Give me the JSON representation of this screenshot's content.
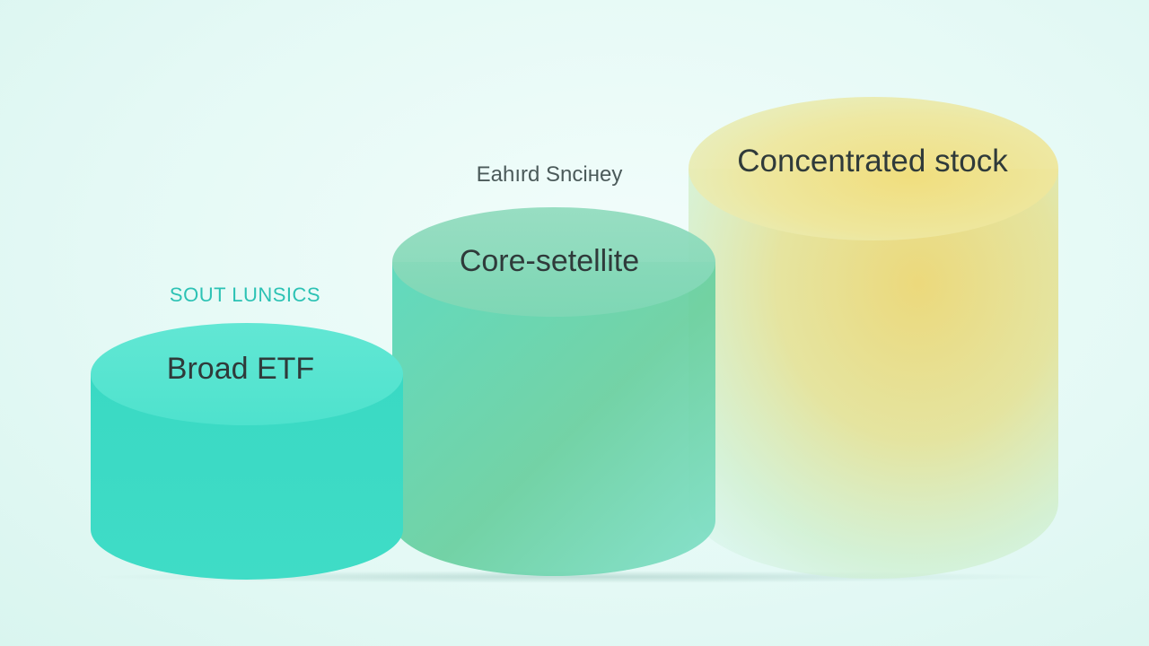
{
  "diagram": {
    "floating_labels": [
      {
        "text": "SOUT LUNSICS",
        "color": "#2cc2b4"
      },
      {
        "text": "Eahırd Snciнey",
        "color": "#4b5a5a"
      }
    ],
    "cylinders": [
      {
        "label": "Broad ETF",
        "color_top": "#5fe6d2",
        "color_body": "#33d8c2"
      },
      {
        "label": "Core-setellite",
        "color_top": "#8bdcb8",
        "color_body": "#5fd1a8"
      },
      {
        "label": "Concentrated stock",
        "color_top": "#f1e79a",
        "color_body": "#e9e180"
      }
    ]
  }
}
